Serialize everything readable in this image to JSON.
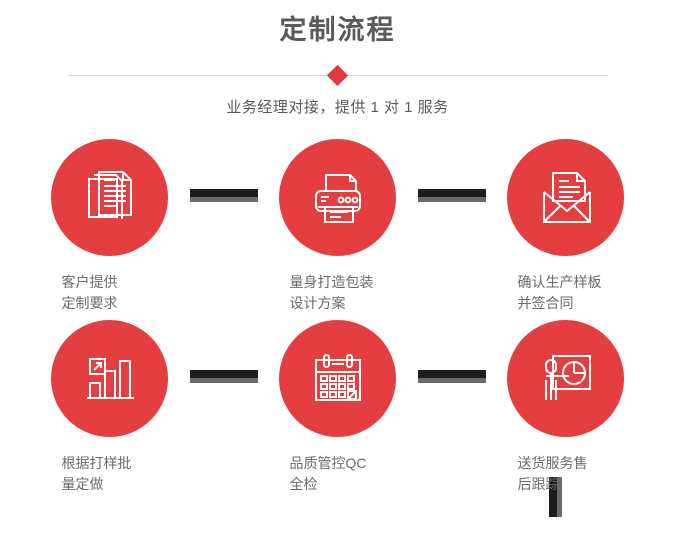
{
  "header": {
    "title": "定制流程",
    "subtitle": "业务经理对接，提供 1 对 1 服务",
    "diamond_color": "#e03a3e",
    "divider_color": "#d4d4d4"
  },
  "theme": {
    "accent_red": "#e43e40",
    "connector_dark": "#1c1c1c",
    "connector_shadow": "#6a6a6a",
    "title_color": "#595959",
    "label_color": "#6b6b6b",
    "background": "#ffffff"
  },
  "flow": {
    "rows": [
      {
        "steps": [
          {
            "icon": "documents-stack-icon",
            "label": "客户提供\n定制要求"
          },
          {
            "icon": "printer-icon",
            "label": "量身打造包装\n设计方案"
          },
          {
            "icon": "envelope-letter-icon",
            "label": "确认生产样板\n并签合同"
          }
        ],
        "connectors": [
          "arrow-connector-1",
          "arrow-connector-2"
        ]
      },
      {
        "steps": [
          {
            "icon": "bar-chart-growth-icon",
            "label": "根据打样批\n量定做"
          },
          {
            "icon": "calendar-check-icon",
            "label": "品质管控QC\n全检"
          },
          {
            "icon": "presenter-piechart-icon",
            "label": "送货服务售\n后跟踪"
          }
        ],
        "connectors": [
          "arrow-connector-3",
          "arrow-connector-4"
        ]
      }
    ],
    "vertical_connector": "vertical-connector"
  }
}
